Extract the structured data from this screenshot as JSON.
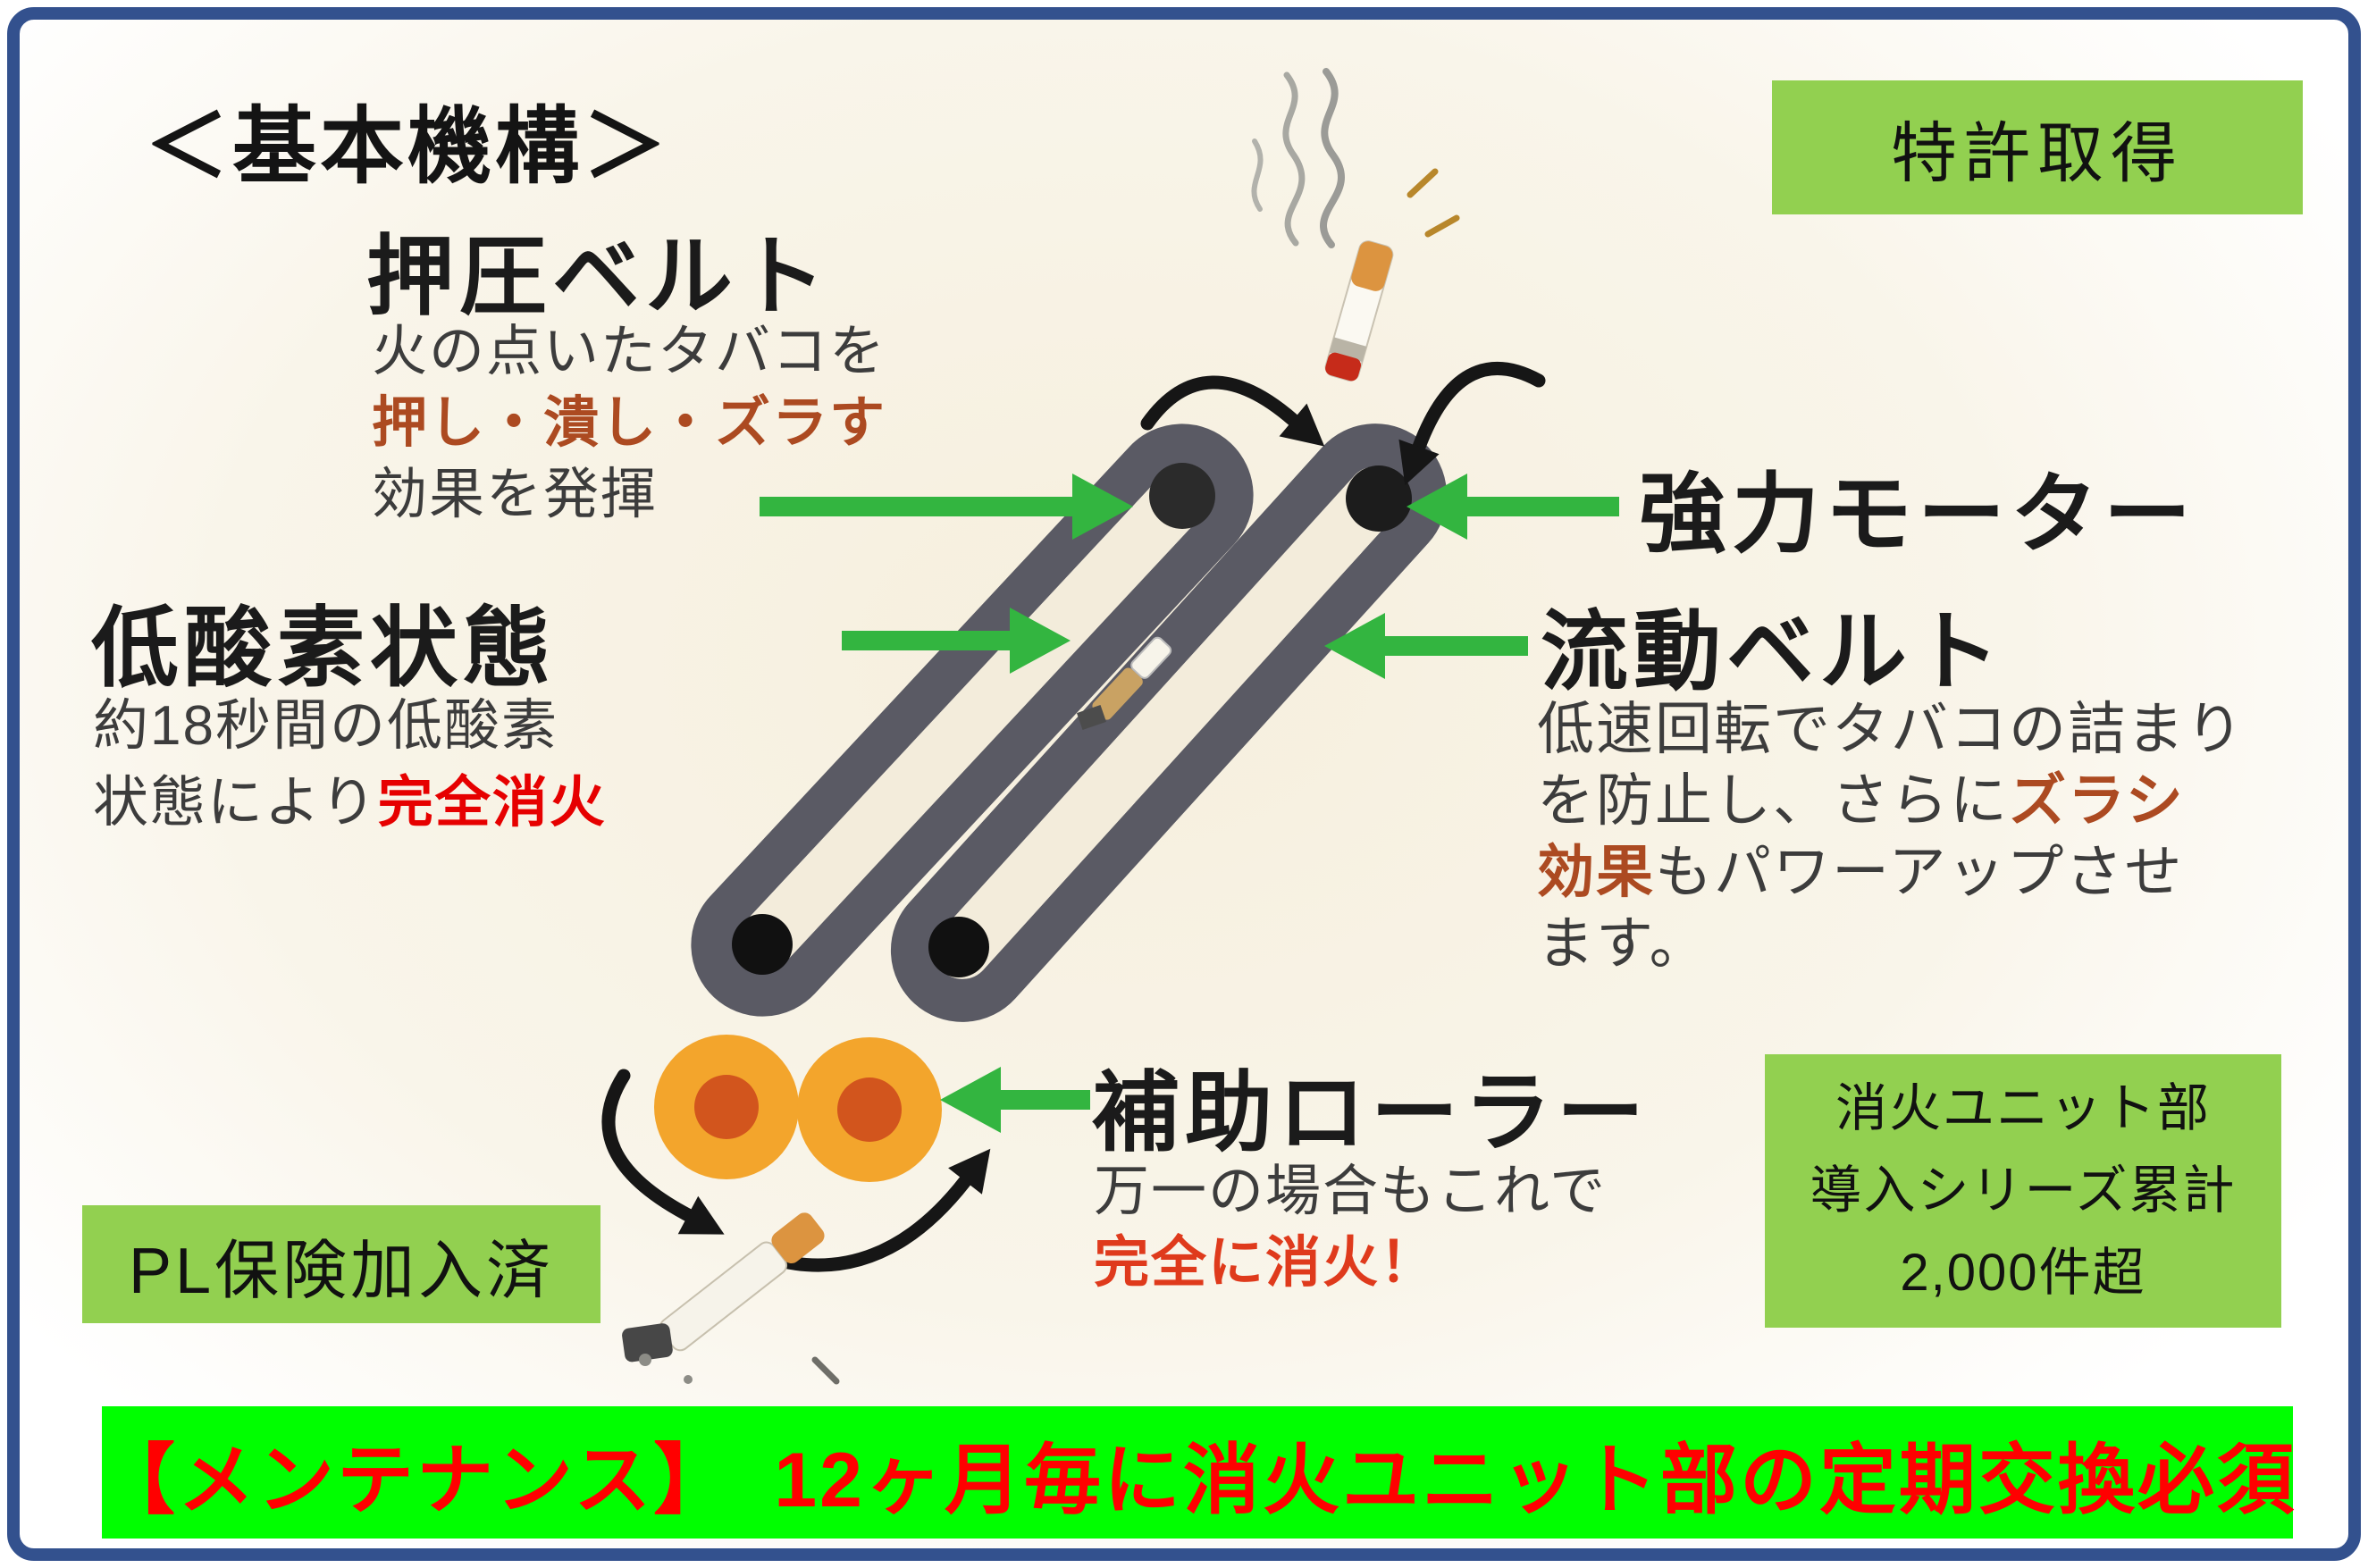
{
  "title": "＜基本機構＞",
  "badges": {
    "patent": "特許取得",
    "pl": "PL保険加入済",
    "units": {
      "lines": [
        "消火ユニット部",
        "導入シリーズ累計",
        "2,000件超"
      ]
    }
  },
  "callouts": {
    "press_belt": {
      "heading": "押圧ベルト",
      "line1": "火の点いたタバコを",
      "line2": "押し・潰し・ズラす",
      "line3": "効果を発揮"
    },
    "low_oxygen": {
      "heading": "低酸素状態",
      "line1": "約18秒間の低酸素",
      "line2_prefix": "状態により",
      "line2_highlight": "完全消火"
    },
    "motor": {
      "heading": "強力モーター"
    },
    "flow_belt": {
      "heading": "流動ベルト",
      "line1": "低速回転でタバコの詰まり",
      "line2_prefix": "を防止し、さらに",
      "line2_highlight": "ズラシ",
      "line3_highlight": "効果",
      "line3_suffix": "もパワーアップさせ",
      "line4": "ます。"
    },
    "aux_roller": {
      "heading": "補助ローラー",
      "line1": "万一の場合もこれで",
      "line2": "完全に消火！"
    }
  },
  "banner": {
    "text": "【メンテナンス】　12ヶ月毎に消火ユニット部の定期交換必須"
  },
  "colors": {
    "border_blue": "#33518e",
    "badge_green": "#92d050",
    "banner_green": "#00ff00",
    "banner_text_red": "#ff0000",
    "highlight_red": "#e60000",
    "brick_red": "#ac4a21",
    "arrow_green": "#33b540",
    "belt_gray": "#5a5a64",
    "roller_orange": "#f3a52c",
    "roller_core_orange": "#d2551d"
  }
}
